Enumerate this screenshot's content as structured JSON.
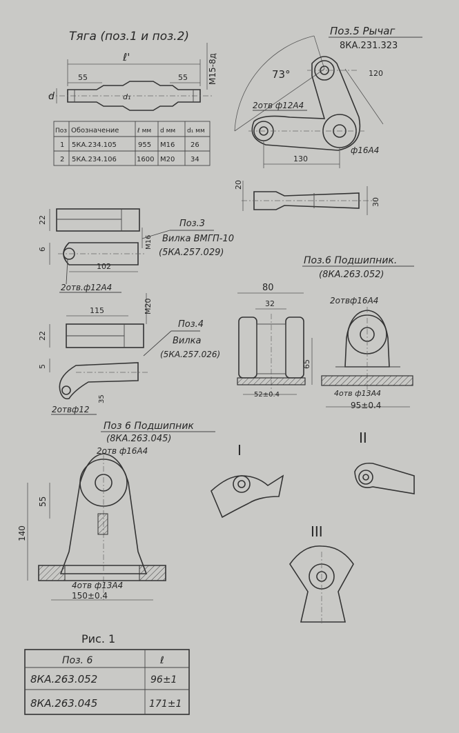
{
  "rod": {
    "title": "Тяга (поз.1 и поз.2)",
    "dim_l": "ℓ'",
    "dim_55_left": "55",
    "dim_55_right": "55",
    "dim_thread": "M15-8д",
    "dim_d": "d",
    "dim_d1": "d₁",
    "table": {
      "headers": [
        "Поз",
        "Обозначение",
        "ℓ мм",
        "d мм",
        "d₁ мм"
      ],
      "rows": [
        [
          "1",
          "5КА.234.105",
          "955",
          "М16",
          "26"
        ],
        [
          "2",
          "5КА.234.106",
          "1600",
          "М20",
          "34"
        ]
      ]
    }
  },
  "lever": {
    "title": "Поз.5 Рычаг",
    "code": "8КА.231.323",
    "angle": "73°",
    "dim_120": "120",
    "holes": "2отв ф12А4",
    "hole16": "ф16А4",
    "dim_130": "130",
    "dim_20": "20",
    "dim_30": "30"
  },
  "fork3": {
    "title": "Поз.3",
    "name": "Вилка ВМГП-10",
    "code": "(5КА.257.029)",
    "dim_22": "22",
    "dim_6": "6",
    "dim_m16": "М16",
    "dim_102": "102",
    "holes": "2отв.ф12А4"
  },
  "fork4": {
    "title": "Поз.4",
    "name": "Вилка",
    "code": "(5КА.257.026)",
    "dim_115": "115",
    "dim_m20": "М20",
    "dim_22": "22",
    "dim_5": "5",
    "dim_35": "35",
    "holes": "2отвф12"
  },
  "bearing1": {
    "title": "Поз.6 Подшипник.",
    "code": "(8КА.263.052)",
    "dim_80": "80",
    "dim_32": "32",
    "dim_65": "65",
    "dim_52": "52±0.4",
    "holes_top": "2отвф16А4",
    "holes_bottom": "4отв ф13А4",
    "dim_95": "95±0.4"
  },
  "bearing2": {
    "title": "Поз 6 Подшипник",
    "code": "(8КА.263.045)",
    "holes_top": "2отв ф16А4",
    "dim_55": "55",
    "dim_140": "140",
    "holes_bottom": "4отв ф13А4",
    "dim_150": "150±0.4"
  },
  "views": {
    "v1": "I",
    "v2": "II",
    "v3": "III"
  },
  "caption": "Рис. 1",
  "bottom_table": {
    "headers": [
      "Поз. 6",
      "ℓ"
    ],
    "rows": [
      [
        "8КА.263.052",
        "96±1"
      ],
      [
        "8КА.263.045",
        "171±1"
      ]
    ]
  }
}
